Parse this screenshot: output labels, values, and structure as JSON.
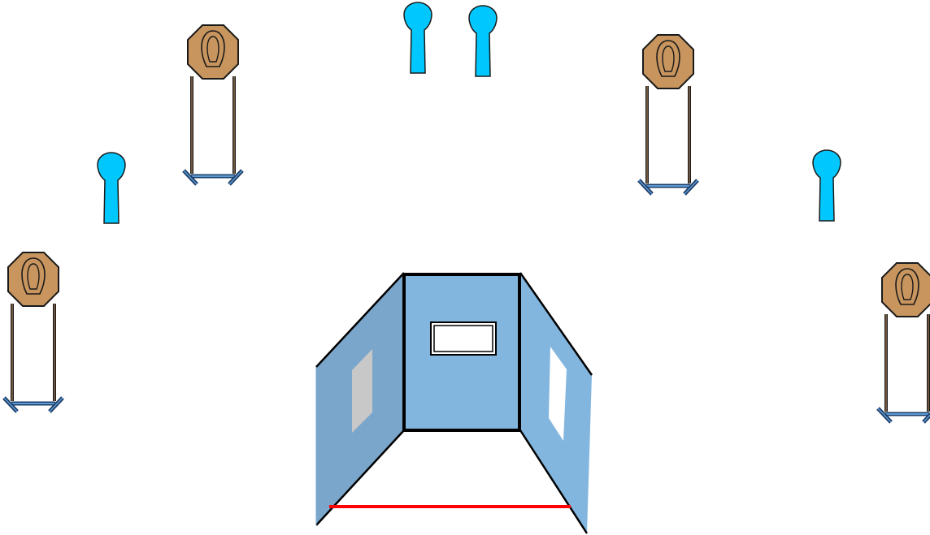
{
  "scene": {
    "description_labels": [],
    "colors": {
      "background": "#ffffff",
      "steel_target": "#c8955e",
      "target_outline": "#1a1a1a",
      "stand_post": "#5a3a1e",
      "stand_base": "#5b9bd5",
      "stand_base_dark": "#1f3d66",
      "popper": "#00c8ff",
      "barricade_side_left": "#7ba6cb",
      "barricade_side_right": "#82b6de",
      "barricade_center": "#82b6de",
      "port_left": "#c8c8c8",
      "port_right": "#ffffff",
      "fault_line": "#ff0000"
    },
    "steel_targets": [
      {
        "id": "steel-left"
      },
      {
        "id": "steel-upper-left"
      },
      {
        "id": "steel-upper-right"
      },
      {
        "id": "steel-right"
      }
    ],
    "poppers": [
      {
        "id": "popper-left"
      },
      {
        "id": "popper-center-left"
      },
      {
        "id": "popper-center-right"
      },
      {
        "id": "popper-right"
      }
    ],
    "barricade": {
      "panels": [
        "left-wing",
        "center",
        "right-wing"
      ],
      "has_window_port": true
    },
    "fault_line": {
      "present": true
    }
  }
}
